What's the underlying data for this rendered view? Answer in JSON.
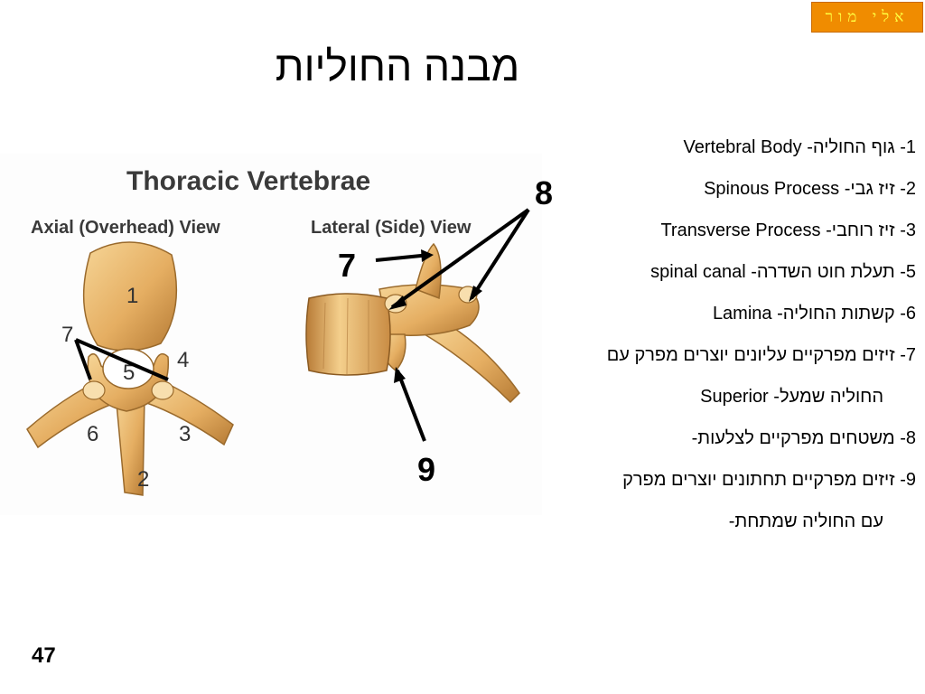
{
  "header": {
    "author": "אלי מור",
    "title": "מבנה החוליות"
  },
  "figure": {
    "heading": "Thoracic Vertebrae",
    "axial_label": "Axial (Overhead) View",
    "lateral_label": "Lateral (Side) View",
    "axial_numbers": [
      "1",
      "2",
      "3",
      "4",
      "5",
      "6",
      "7"
    ],
    "callouts": [
      "7",
      "8",
      "9"
    ],
    "colors": {
      "bone_light": "#f2c57c",
      "bone_mid": "#d9a25a",
      "bone_dark": "#a8722e",
      "arrow": "#000000"
    }
  },
  "legend": [
    "1- גוף החוליה-  Vertebral Body",
    "2- זיז גבי-  Spinous Process",
    "3- זיז רוחבי- Transverse Process",
    "5- תעלת חוט השדרה- spinal canal",
    "6- קשתות החוליה- Lamina",
    "7- זיזים מפרקיים עליונים יוצרים מפרק עם",
    "החוליה שמעל-  Superior",
    "8- משטחים מפרקיים לצלעות-",
    "9- זיזים מפרקיים תחתונים יוצרים מפרק",
    "עם  החוליה שמתחת-"
  ],
  "footer": {
    "page_number": "47"
  }
}
